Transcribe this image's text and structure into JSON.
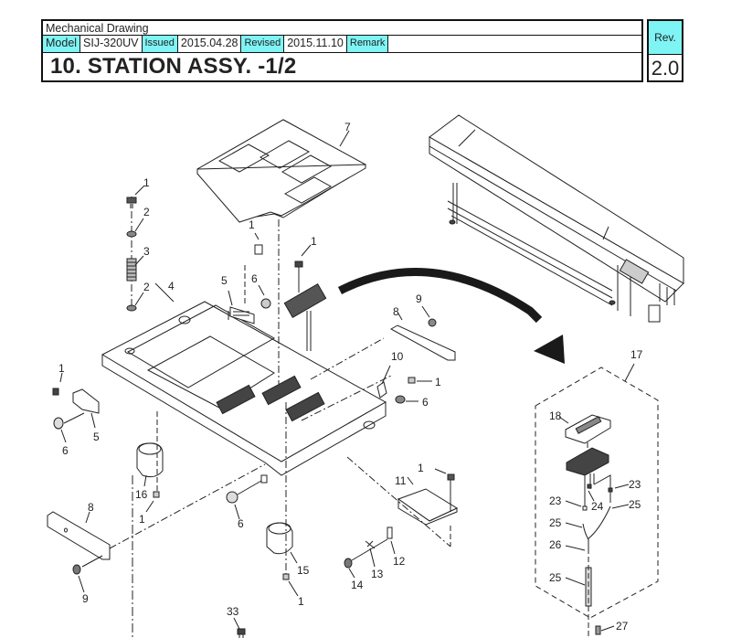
{
  "header": {
    "doc_type": "Mechanical Drawing",
    "model_label": "Model",
    "model_value": "SIJ-320UV",
    "issued_label": "Issued",
    "issued_value": "2015.04.28",
    "revised_label": "Revised",
    "revised_value": "2015.11.10",
    "remark_label": "Remark",
    "remark_value": "",
    "title": "10. STATION ASSY. -1/2",
    "rev_label": "Rev.",
    "rev_value": "2.0"
  },
  "colors": {
    "label_bg": "#7ff4f4",
    "line": "#222222"
  },
  "diagram": {
    "callouts": [
      "1",
      "2",
      "3",
      "2",
      "4",
      "5",
      "6",
      "1",
      "1",
      "7",
      "8",
      "9",
      "10",
      "1",
      "6",
      "1",
      "5",
      "6",
      "16",
      "1",
      "6",
      "8",
      "9",
      "15",
      "1",
      "11",
      "1",
      "12",
      "13",
      "14",
      "33",
      "17",
      "18",
      "23",
      "24",
      "23",
      "25",
      "25",
      "26",
      "25",
      "27"
    ],
    "overview_image": "printer-overview",
    "arrow": "detail-arrow"
  }
}
